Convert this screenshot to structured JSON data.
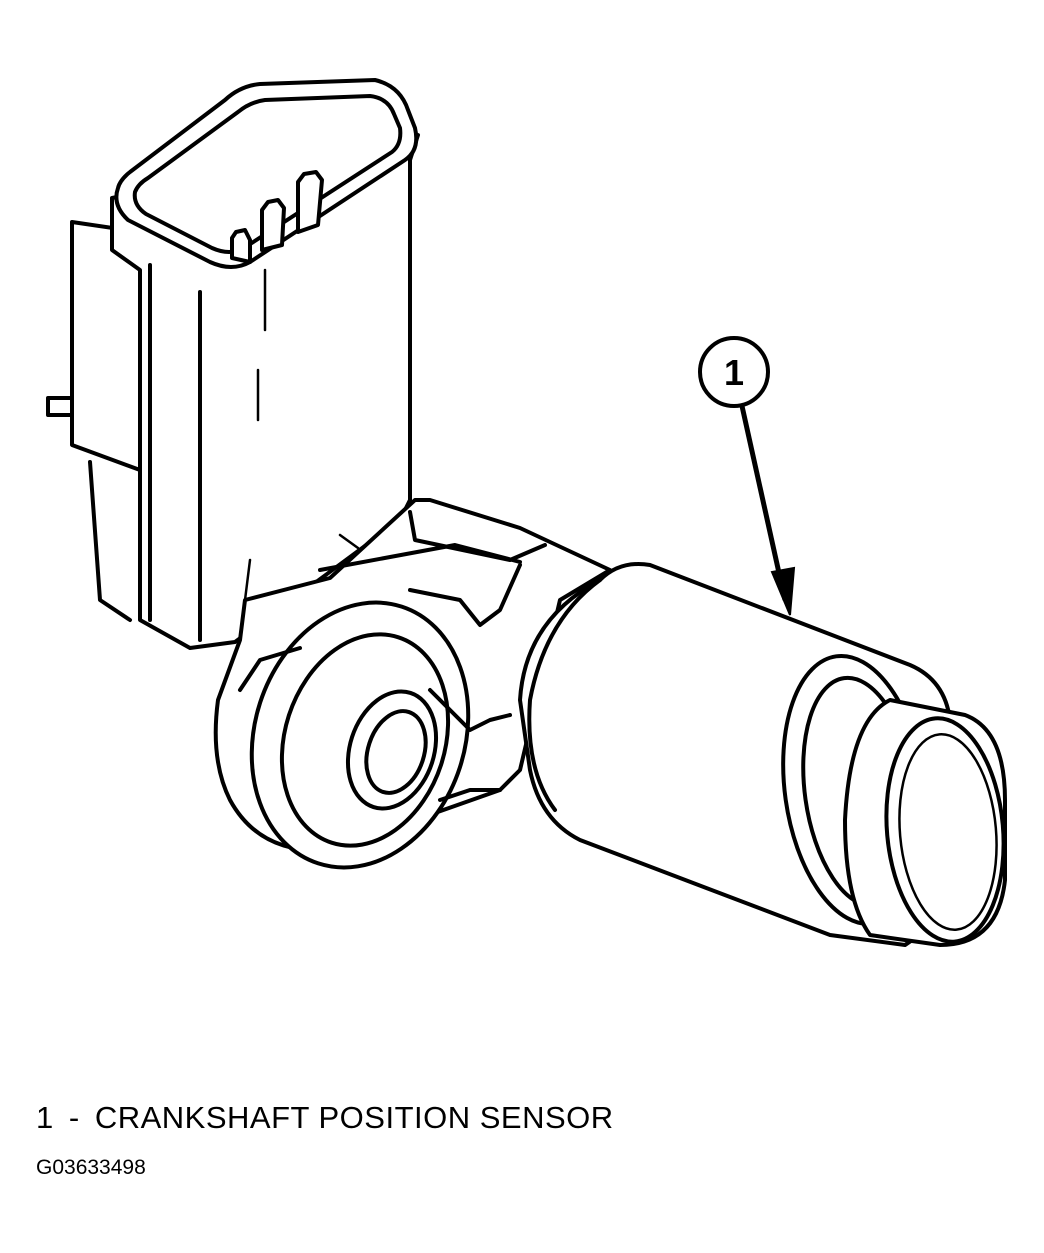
{
  "callout": {
    "number": "1"
  },
  "legend": {
    "number": "1",
    "separator": "-",
    "label": "CRANKSHAFT POSITION SENSOR"
  },
  "figure_id": "G03633498"
}
